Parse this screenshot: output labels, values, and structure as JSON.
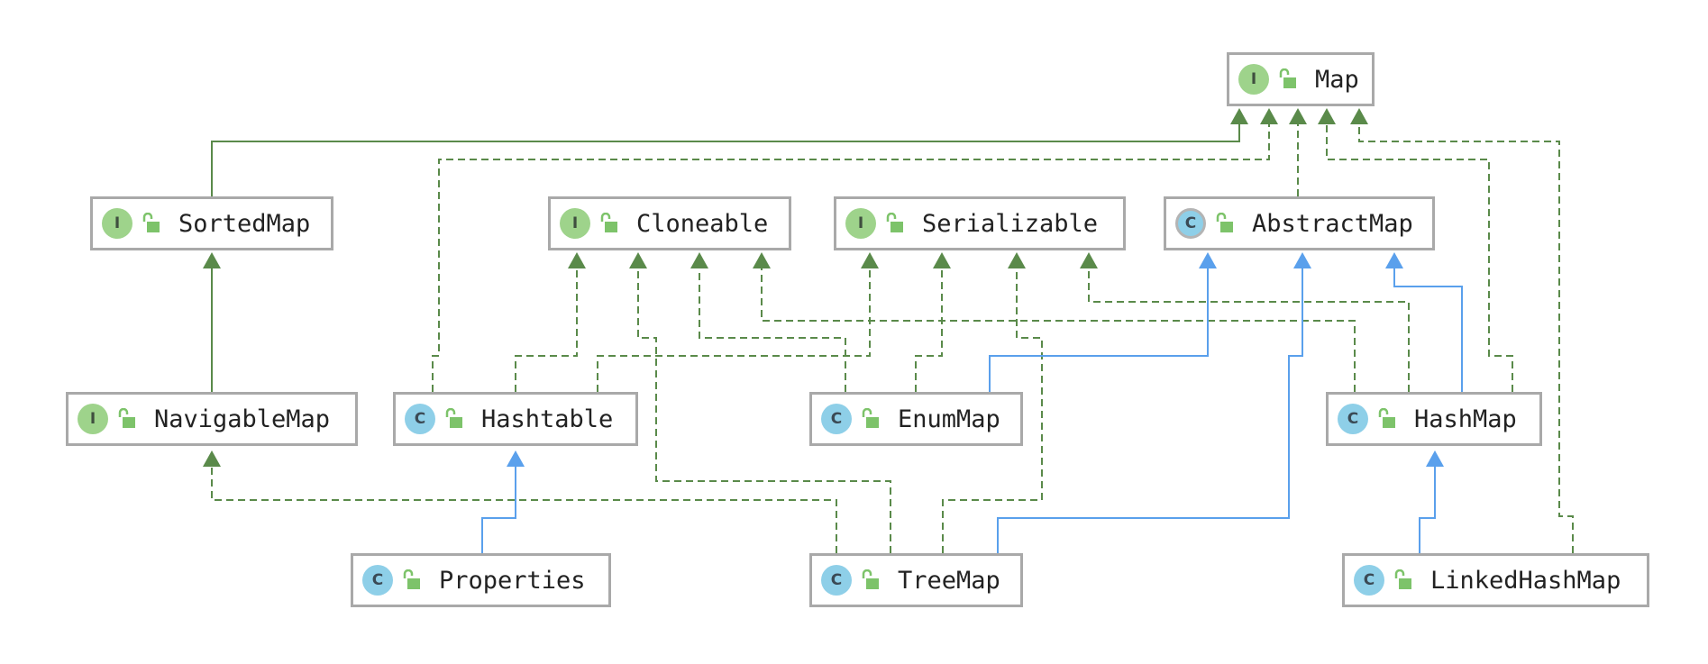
{
  "colors": {
    "realization": "#5a8a4a",
    "inheritance": "#5aa0ec",
    "interface_badge": "#9ed38b",
    "class_badge": "#8ecfe8",
    "lock": "#7dc36a",
    "border": "#a9a9a9"
  },
  "nodes": {
    "map": {
      "name": "Map",
      "badge": "I",
      "kind": "interface"
    },
    "sorted_map": {
      "name": "SortedMap",
      "badge": "I",
      "kind": "interface"
    },
    "cloneable": {
      "name": "Cloneable",
      "badge": "I",
      "kind": "interface"
    },
    "serializable": {
      "name": "Serializable",
      "badge": "I",
      "kind": "interface"
    },
    "abstract_map": {
      "name": "AbstractMap",
      "badge": "C",
      "kind": "abstract"
    },
    "navigable_map": {
      "name": "NavigableMap",
      "badge": "I",
      "kind": "interface"
    },
    "hashtable": {
      "name": "Hashtable",
      "badge": "C",
      "kind": "class"
    },
    "enum_map": {
      "name": "EnumMap",
      "badge": "C",
      "kind": "class"
    },
    "hash_map": {
      "name": "HashMap",
      "badge": "C",
      "kind": "class"
    },
    "properties": {
      "name": "Properties",
      "badge": "C",
      "kind": "class"
    },
    "tree_map": {
      "name": "TreeMap",
      "badge": "C",
      "kind": "class"
    },
    "linked_hash_map": {
      "name": "LinkedHashMap",
      "badge": "C",
      "kind": "class"
    }
  },
  "edges": [
    {
      "from": "SortedMap",
      "to": "Map",
      "type": "extends-interface"
    },
    {
      "from": "Hashtable",
      "to": "Map",
      "type": "implements"
    },
    {
      "from": "AbstractMap",
      "to": "Map",
      "type": "implements"
    },
    {
      "from": "HashMap",
      "to": "Map",
      "type": "implements"
    },
    {
      "from": "LinkedHashMap",
      "to": "Map",
      "type": "implements"
    },
    {
      "from": "Hashtable",
      "to": "Cloneable",
      "type": "implements"
    },
    {
      "from": "TreeMap",
      "to": "Cloneable",
      "type": "implements"
    },
    {
      "from": "EnumMap",
      "to": "Cloneable",
      "type": "implements"
    },
    {
      "from": "HashMap",
      "to": "Cloneable",
      "type": "implements"
    },
    {
      "from": "Hashtable",
      "to": "Serializable",
      "type": "implements"
    },
    {
      "from": "EnumMap",
      "to": "Serializable",
      "type": "implements"
    },
    {
      "from": "TreeMap",
      "to": "Serializable",
      "type": "implements"
    },
    {
      "from": "HashMap",
      "to": "Serializable",
      "type": "implements"
    },
    {
      "from": "EnumMap",
      "to": "AbstractMap",
      "type": "extends"
    },
    {
      "from": "TreeMap",
      "to": "AbstractMap",
      "type": "extends"
    },
    {
      "from": "HashMap",
      "to": "AbstractMap",
      "type": "extends"
    },
    {
      "from": "NavigableMap",
      "to": "SortedMap",
      "type": "extends-interface"
    },
    {
      "from": "TreeMap",
      "to": "NavigableMap",
      "type": "implements"
    },
    {
      "from": "Properties",
      "to": "Hashtable",
      "type": "extends"
    },
    {
      "from": "LinkedHashMap",
      "to": "HashMap",
      "type": "extends"
    }
  ]
}
